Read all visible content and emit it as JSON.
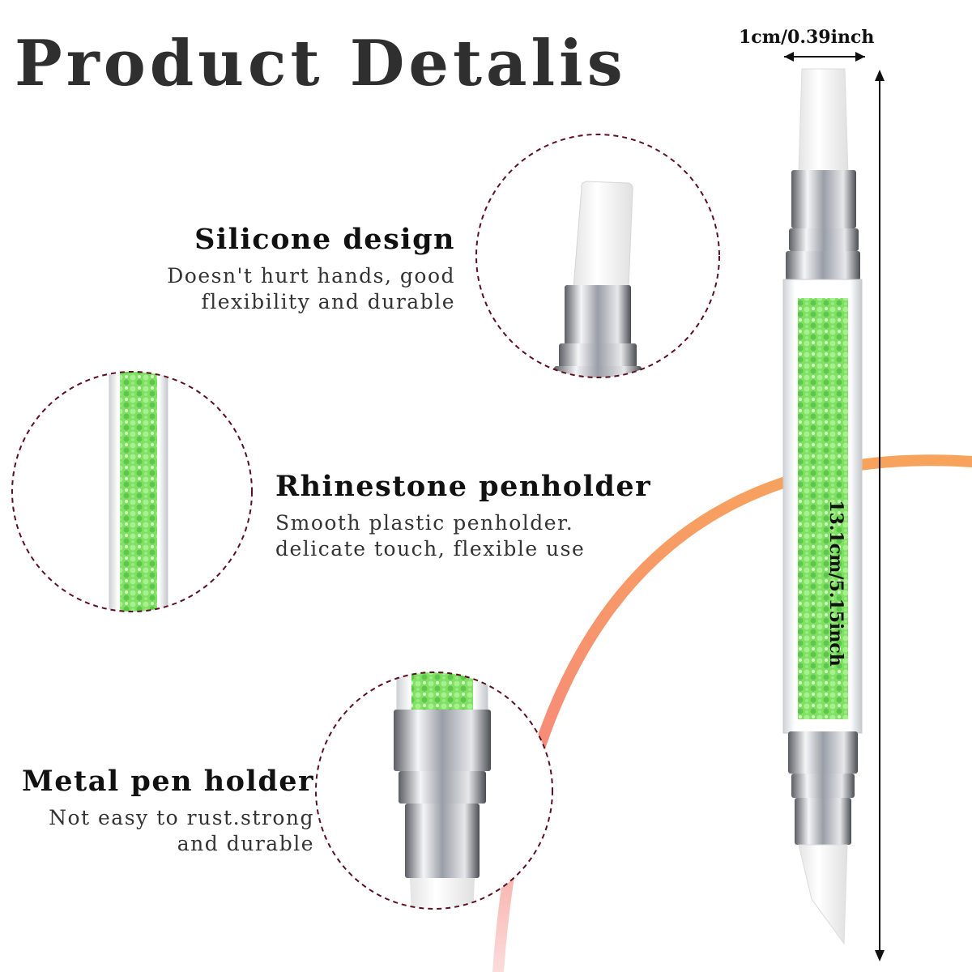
{
  "title": "Product Detalis",
  "dimensions": {
    "width_label": "1cm/0.39inch",
    "length_label": "13.1cm/5.15inch"
  },
  "features": [
    {
      "title": "Silicone design",
      "lines": [
        "Doesn't hurt hands, good",
        "flexibility and durable"
      ]
    },
    {
      "title": "Rhinestone penholder",
      "lines": [
        "Smooth plastic penholder.",
        "delicate touch, flexible use"
      ]
    },
    {
      "title": "Metal pen holder",
      "lines": [
        "Not easy to rust.strong",
        "and durable"
      ]
    }
  ],
  "colors": {
    "rhinestone": "#6fdc55",
    "metal": "#b9bcc2",
    "silicone": "#f4f4f4",
    "circle_border": "#5a1020",
    "arc_start": "#f7a35c",
    "arc_end": "#f6b0b8"
  }
}
